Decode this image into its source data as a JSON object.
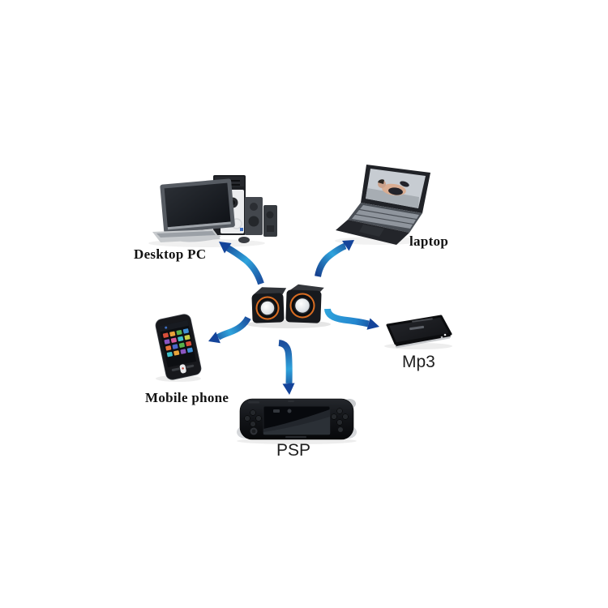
{
  "diagram": {
    "type": "hub-and-spoke",
    "hub": {
      "id": "speakers"
    },
    "nodes": [
      {
        "id": "desktop-pc",
        "label": "Desktop PC"
      },
      {
        "id": "laptop",
        "label": "laptop"
      },
      {
        "id": "mp3",
        "label": "Mp3"
      },
      {
        "id": "mobile-phone",
        "label": "Mobile phone"
      },
      {
        "id": "psp",
        "label": "PSP"
      }
    ],
    "connections": [
      {
        "from": "speakers",
        "to": "desktop-pc",
        "direction": "outward"
      },
      {
        "from": "speakers",
        "to": "laptop",
        "direction": "outward"
      },
      {
        "from": "speakers",
        "to": "mp3",
        "direction": "outward"
      },
      {
        "from": "speakers",
        "to": "mobile-phone",
        "direction": "outward"
      },
      {
        "from": "speakers",
        "to": "psp",
        "direction": "outward"
      }
    ],
    "colors": {
      "background": "#ffffff",
      "arrow_dark": "#123a8c",
      "arrow_mid": "#2fa3dc",
      "arrow_deep": "#14449a",
      "label_text": "#111111",
      "speaker_trim": "#d96d22"
    }
  }
}
